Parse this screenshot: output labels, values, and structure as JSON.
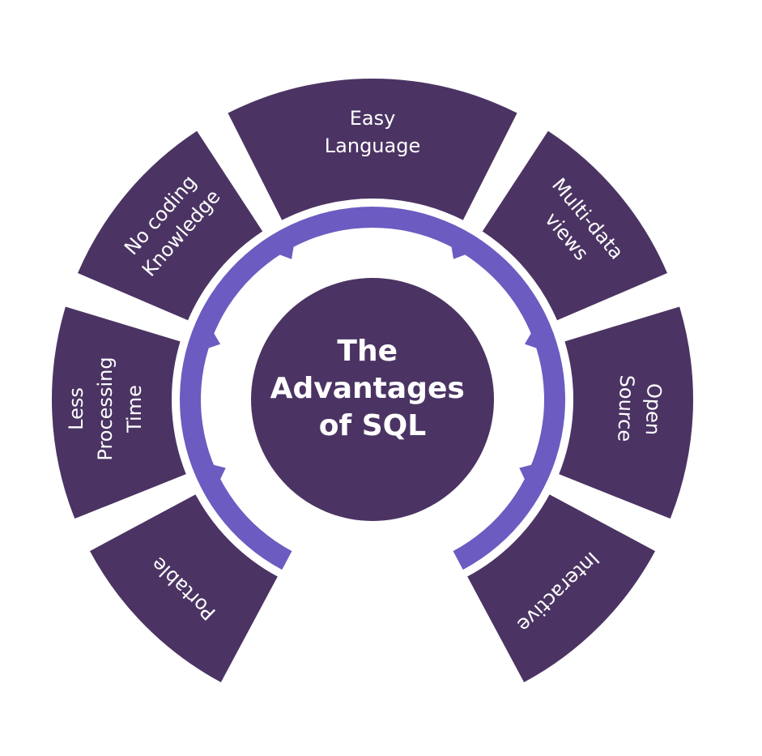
{
  "center": {
    "lines": [
      "The",
      "Advantages",
      "of SQL"
    ]
  },
  "segments": [
    {
      "id": "easy-language",
      "lines": [
        "Easy",
        "Language"
      ]
    },
    {
      "id": "multi-data-views",
      "lines": [
        "Multi-data",
        "views"
      ]
    },
    {
      "id": "open-source",
      "lines": [
        "Open",
        "Source"
      ]
    },
    {
      "id": "interactive",
      "lines": [
        "Interactive"
      ]
    },
    {
      "id": "portable",
      "lines": [
        "Portable"
      ]
    },
    {
      "id": "less-processing-time",
      "lines": [
        "Less",
        "Processing",
        "Time"
      ]
    },
    {
      "id": "no-coding-knowledge",
      "lines": [
        "No coding",
        "Knowledge"
      ]
    }
  ],
  "colors": {
    "segment": "#4B3463",
    "ring": "#6C5BC1",
    "center": "#4B3463",
    "text": "#FFFFFF",
    "background": "#FFFFFF"
  }
}
